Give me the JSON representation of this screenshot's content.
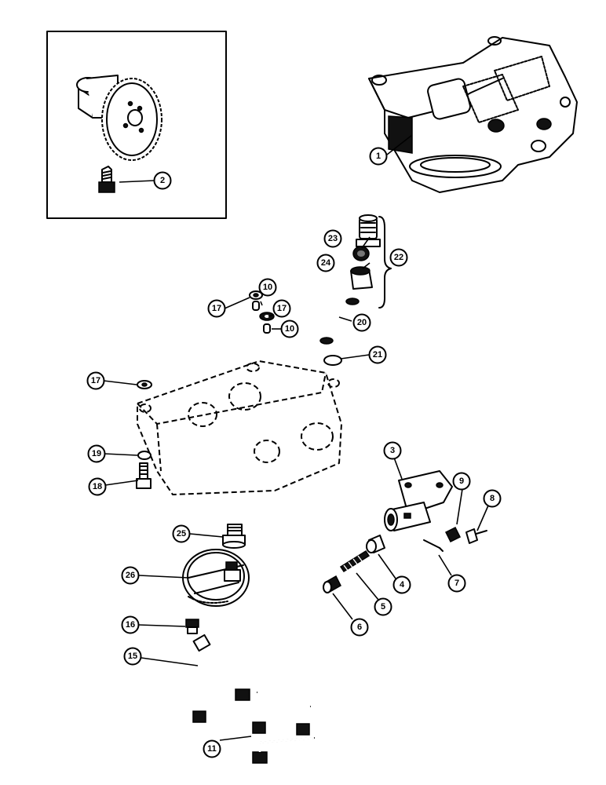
{
  "callouts": [
    {
      "id": "c1",
      "label": "1"
    },
    {
      "id": "c2",
      "label": "2"
    },
    {
      "id": "c3",
      "label": "3"
    },
    {
      "id": "c4",
      "label": "4"
    },
    {
      "id": "c5",
      "label": "5"
    },
    {
      "id": "c6",
      "label": "6"
    },
    {
      "id": "c7",
      "label": "7"
    },
    {
      "id": "c8",
      "label": "8"
    },
    {
      "id": "c9",
      "label": "9"
    },
    {
      "id": "c10a",
      "label": "10"
    },
    {
      "id": "c10b",
      "label": "10"
    },
    {
      "id": "c11",
      "label": "11"
    },
    {
      "id": "c15",
      "label": "15"
    },
    {
      "id": "c16",
      "label": "16"
    },
    {
      "id": "c17a",
      "label": "17"
    },
    {
      "id": "c17b",
      "label": "17"
    },
    {
      "id": "c17c",
      "label": "17"
    },
    {
      "id": "c18",
      "label": "18"
    },
    {
      "id": "c19",
      "label": "19"
    },
    {
      "id": "c20",
      "label": "20"
    },
    {
      "id": "c21",
      "label": "21"
    },
    {
      "id": "c22",
      "label": "22"
    },
    {
      "id": "c23",
      "label": "23"
    },
    {
      "id": "c24",
      "label": "24"
    },
    {
      "id": "c25",
      "label": "25"
    },
    {
      "id": "c26",
      "label": "26"
    }
  ]
}
